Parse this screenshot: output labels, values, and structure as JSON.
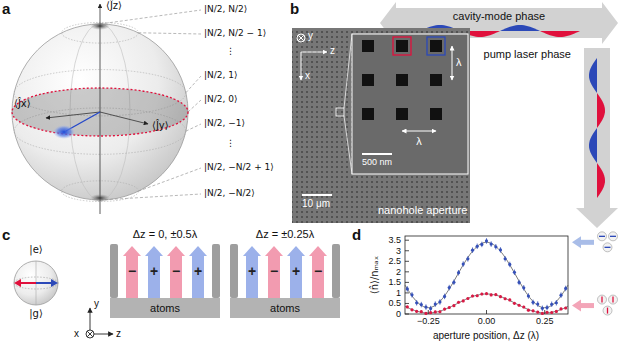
{
  "diagram": {
    "nodes": [
      {
        "text": [
          "atoms"
        ]
      },
      {
        "text": [
          "atoms"
        ]
      }
    ],
    "labels": [
      "a",
      "⟨Ĵz⟩",
      "⟨Ĵx⟩",
      "⟨Ĵy⟩",
      "|N/2, N/2⟩",
      "|N/2, N/2 − 1⟩",
      "⋮",
      "|N/2, 1⟩",
      "|N/2, 0⟩",
      "|N/2, −1⟩",
      "⋮",
      "|N/2, −N/2 + 1⟩",
      "|N/2, −N/2⟩",
      "b",
      "cavity-mode phase",
      "pump laser phase",
      "y",
      "z",
      "x",
      "500 nm",
      "λ",
      "λ",
      "10 μm",
      "nanohole aperture",
      "c",
      "|e⟩",
      "|g⟩",
      "Δz = 0, ±0.5λ",
      "Δz = ±0.25λ",
      "−",
      "+",
      "−",
      "+",
      "+",
      "−",
      "+",
      "−",
      "y",
      "x",
      "z",
      "d",
      "3.5",
      "3",
      "2.5",
      "2",
      "1.5",
      "1",
      "0.5",
      "0",
      "−0.25",
      "0.00",
      "0.25",
      "aperture position, Δz (λ)",
      "⟨n̂⟩/nₘₐₓ"
    ]
  }
}
